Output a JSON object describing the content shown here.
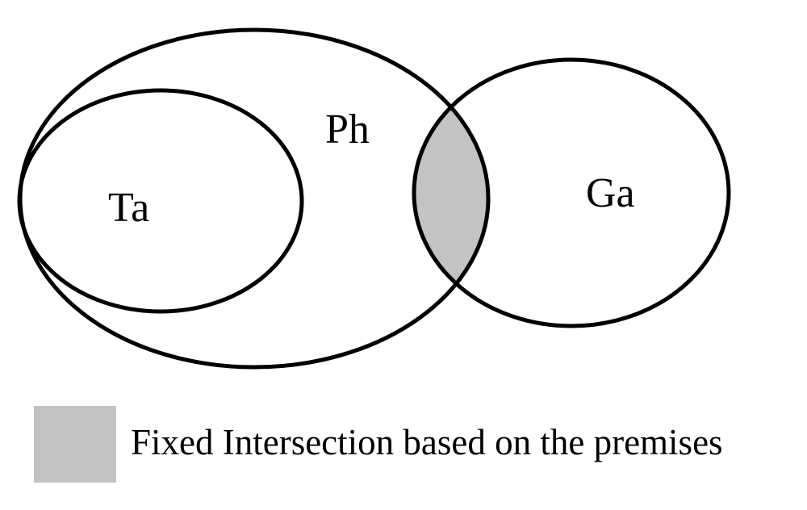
{
  "diagram": {
    "sets": {
      "ph": {
        "label": "Ph"
      },
      "ta": {
        "label": "Ta"
      },
      "ga": {
        "label": "Ga"
      }
    },
    "shaded_region": "Ph ∩ Ga",
    "fill_color": "#c3c3c3",
    "stroke_color": "#000000"
  },
  "legend": {
    "swatch_color": "#c3c3c3",
    "text": "Fixed Intersection based on the premises"
  }
}
